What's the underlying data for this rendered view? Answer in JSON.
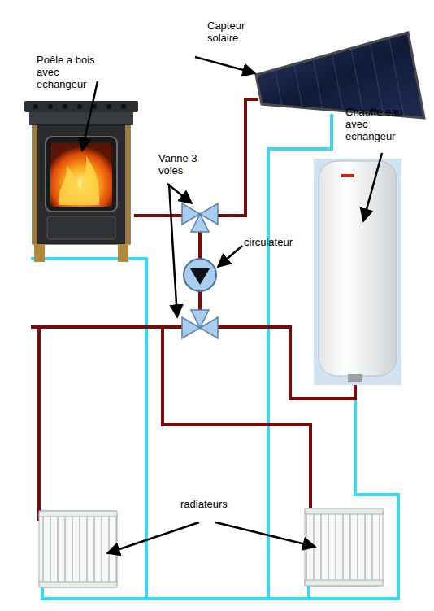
{
  "diagram": {
    "nodes": [
      {
        "text": [
          "Poêle a bois avec echangeur"
        ]
      },
      {
        "text": [
          "Capteur solaire"
        ]
      },
      {
        "text": [
          "Chauffe eau avec echangeur"
        ]
      }
    ],
    "labels": [
      "Vanne 3 voies",
      "circulateur",
      "radiateurs"
    ]
  }
}
